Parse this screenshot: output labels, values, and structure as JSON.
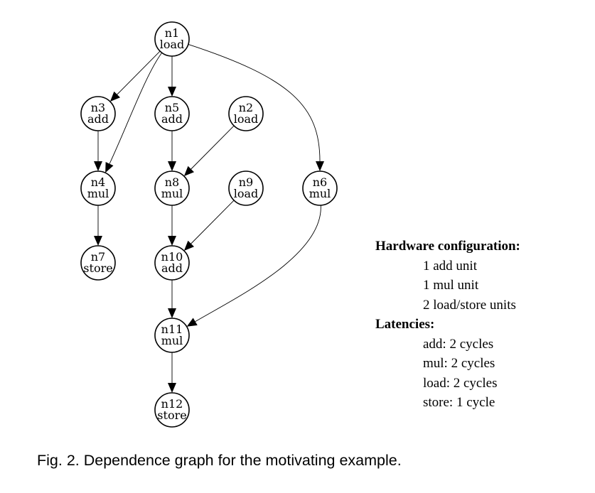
{
  "graph": {
    "nodes": [
      {
        "id": "n1",
        "op": "load"
      },
      {
        "id": "n3",
        "op": "add"
      },
      {
        "id": "n5",
        "op": "add"
      },
      {
        "id": "n2",
        "op": "load"
      },
      {
        "id": "n6",
        "op": "mul"
      },
      {
        "id": "n4",
        "op": "mul"
      },
      {
        "id": "n8",
        "op": "mul"
      },
      {
        "id": "n9",
        "op": "load"
      },
      {
        "id": "n7",
        "op": "store"
      },
      {
        "id": "n10",
        "op": "add"
      },
      {
        "id": "n11",
        "op": "mul"
      },
      {
        "id": "n12",
        "op": "store"
      }
    ],
    "edges": [
      {
        "from": "n1",
        "to": "n3"
      },
      {
        "from": "n1",
        "to": "n5"
      },
      {
        "from": "n1",
        "to": "n4"
      },
      {
        "from": "n1",
        "to": "n6"
      },
      {
        "from": "n3",
        "to": "n4"
      },
      {
        "from": "n4",
        "to": "n7"
      },
      {
        "from": "n5",
        "to": "n8"
      },
      {
        "from": "n2",
        "to": "n8"
      },
      {
        "from": "n8",
        "to": "n10"
      },
      {
        "from": "n9",
        "to": "n10"
      },
      {
        "from": "n10",
        "to": "n11"
      },
      {
        "from": "n6",
        "to": "n11"
      },
      {
        "from": "n11",
        "to": "n12"
      }
    ]
  },
  "hardware": {
    "heading": "Hardware configuration:",
    "items": [
      "1 add unit",
      "1 mul unit",
      "2 load/store units"
    ]
  },
  "latencies": {
    "heading": "Latencies:",
    "items": [
      "add: 2 cycles",
      "mul: 2 cycles",
      "load: 2 cycles",
      "store: 1 cycle"
    ]
  },
  "caption": "Fig. 2. Dependence graph for the motivating example."
}
